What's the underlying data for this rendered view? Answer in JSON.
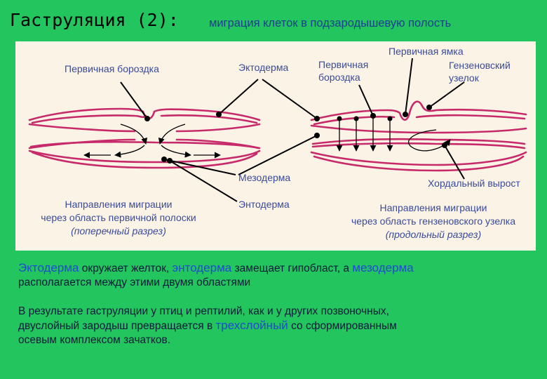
{
  "title": {
    "main": "Гаструляция (2):",
    "sub": "миграция клеток в подзародышевую полость"
  },
  "diagram": {
    "labels": {
      "primitive_groove_left": "Первичная бороздка",
      "ectoderm": "Эктодерма",
      "primitive_groove_mid_line1": "Первичная",
      "primitive_groove_mid_line2": "бороздка",
      "primitive_pit": "Первичная ямка",
      "hensen_line1": "Гензеновский",
      "hensen_line2": "узелок",
      "mesoderm": "Мезодерма",
      "endoderm": "Энтодерма",
      "chordal_process": "Хордальный вырост"
    },
    "caption_left": {
      "line1": "Направления миграции",
      "line2": "через область первичной полоски",
      "line3": "(поперечный разрез)"
    },
    "caption_right": {
      "line1": "Направления миграции",
      "line2": "через область гензеновского узелка",
      "line3": "(продольный разрез)"
    },
    "colors": {
      "layers": "#c72a6a",
      "labels": "#3a4a9a",
      "panel": "#fbf3e6"
    }
  },
  "paragraph1": {
    "ectoderm": "Эктодерма",
    "p1": " окружает желток, ",
    "endoderm": "энтодерма",
    "p2": " замещает гипобласт, а ",
    "mesoderm": "мезодерма",
    "line2": "располагается между этими двумя областями"
  },
  "paragraph2": {
    "line1": "В результате гаструляции у птиц и рептилий, как и у других позвоночных,",
    "line2a": "двуслойный зародыш превращается в ",
    "three_layer": "трехслойный",
    "line2b": " со сформированным",
    "line3": "осевым комплексом зачатков."
  }
}
